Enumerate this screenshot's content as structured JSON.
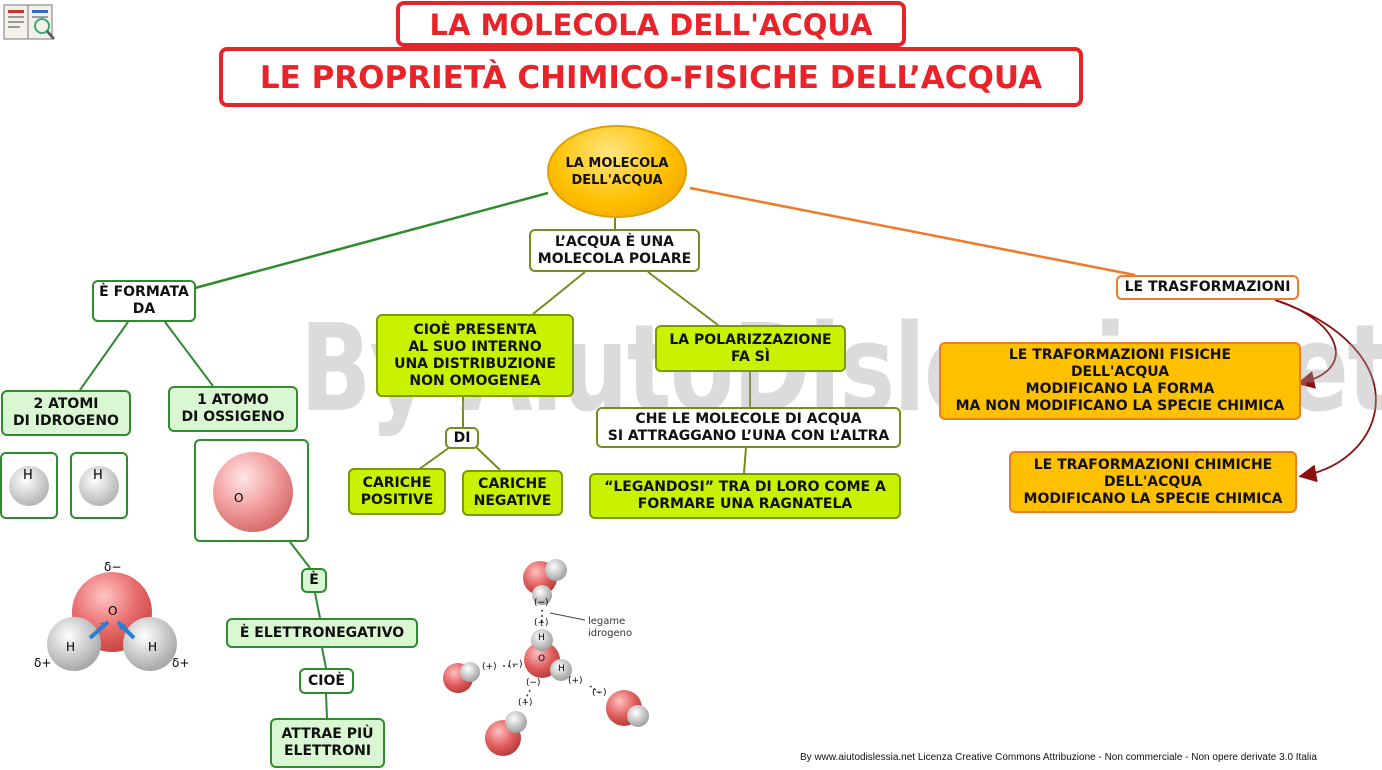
{
  "titles": {
    "line1": "LA MOLECOLA DELL'ACQUA",
    "line2": "LE PROPRIETÀ CHIMICO-FISICHE DELL’ACQUA"
  },
  "center": "LA MOLECOLA\nDELL'ACQUA",
  "nodes": {
    "formata": "È FORMATA\nDA",
    "polare": "L’ACQUA È UNA\nMOLECOLA  POLARE",
    "trasformazioni": "LE TRASFORMAZIONI",
    "idrogeno": "2 ATOMI\nDI IDROGENO",
    "ossigeno": "1 ATOMO\nDI OSSIGENO",
    "cioe_presenta": "CIOÈ  PRESENTA\nAL  SUO  INTERNO\nUNA  DISTRIBUZIONE\nNON OMOGENEA",
    "polarizzazione": "LA POLARIZZAZIONE\nFA SÌ",
    "di": "DI",
    "positive": "CARICHE\nPOSITIVE",
    "negative": "CARICHE\nNEGATIVE",
    "attraggano": "CHE LE MOLECOLE DI ACQUA\nSI ATTRAGGANO L’UNA CON L’ALTRA",
    "legandosi": "“LEGANDOSI” TRA DI LORO COME A\nFORMARE UNA RAGNATELA",
    "e": "È",
    "elettronegativo": "È ELETTRONEGATIVO",
    "cioe": "CIOÈ",
    "attrae": "ATTRAE PIÙ\nELETTRONI",
    "fisiche": "LE TRAFORMAZIONI FISICHE\nDELL'ACQUA\nMODIFICANO LA FORMA\nMA  NON MODIFICANO LA SPECIE CHIMICA",
    "chimiche": "LE TRAFORMAZIONI CHIMICHE\nDELL'ACQUA\nMODIFICANO LA SPECIE CHIMICA"
  },
  "atoms": {
    "h": "H",
    "o": "O"
  },
  "molecule": {
    "delta_minus": "δ−",
    "delta_plus": "δ+",
    "o": "O",
    "h": "H"
  },
  "network": {
    "legame": "legame",
    "idrogeno": "idrogeno",
    "minus": "(−)",
    "plus": "(+)",
    "h": "H",
    "o": "O"
  },
  "watermark": "By AiutoDislessia.net",
  "footer": "By www.aiutodislessia.net Licenza Creative Commons Attribuzione - Non commerciale - Non opere derivate 3.0 Italia",
  "colors": {
    "title_red": "#e8232a",
    "green": "#2e8b2e",
    "lime": "#c8f200",
    "orange": "#ffc000",
    "orange_line": "#f07a25",
    "dark_red_arrow": "#8b1010"
  }
}
